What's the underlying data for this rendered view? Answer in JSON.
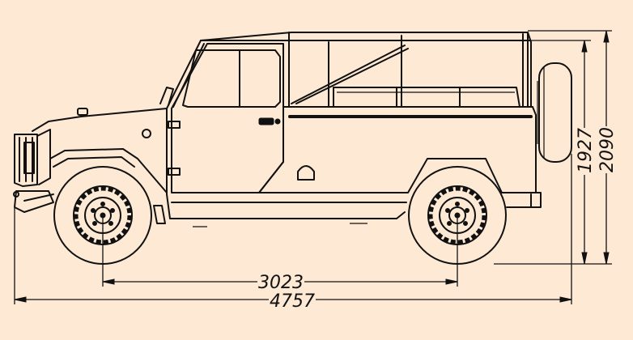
{
  "colors": {
    "background": "#fde9d4",
    "ink": "#111111"
  },
  "dimensions": {
    "wheelbase": "3023",
    "overall_length": "4757",
    "height_body": "1927",
    "height_overall": "2090"
  }
}
